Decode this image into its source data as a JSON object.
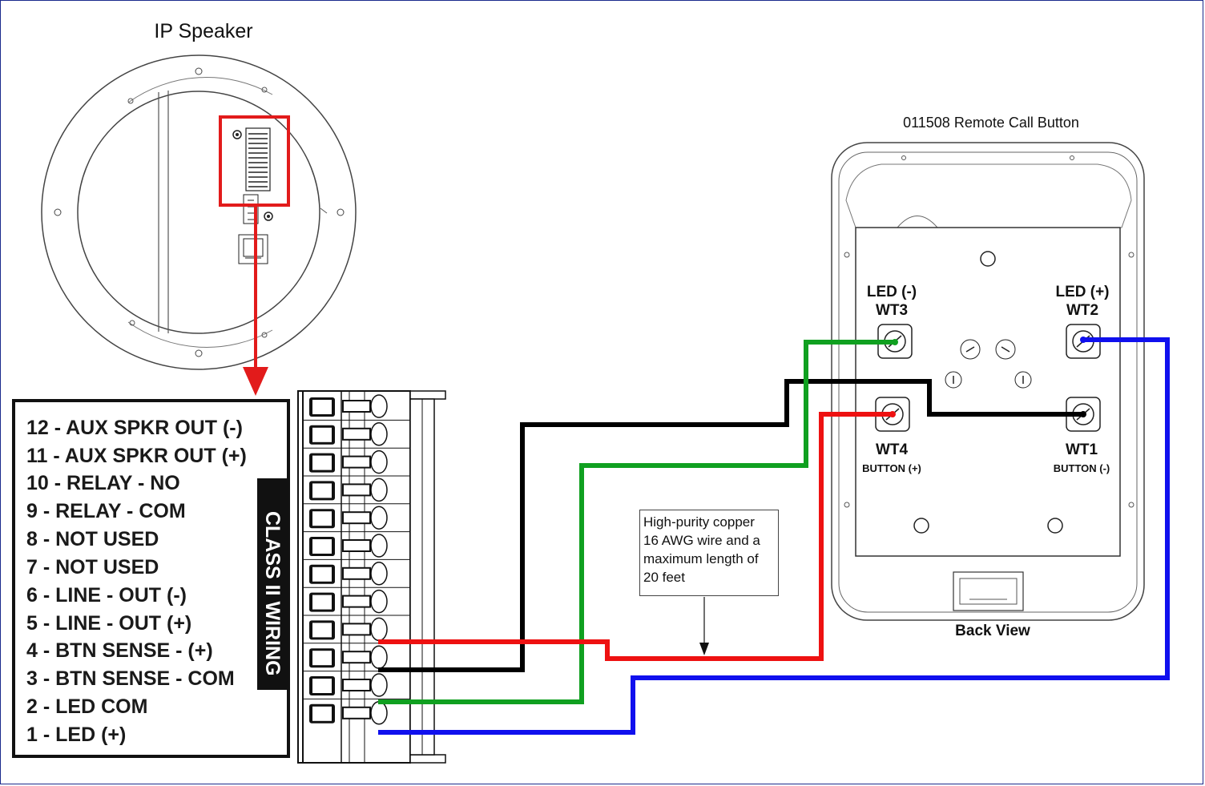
{
  "speaker": {
    "title": "IP Speaker"
  },
  "call_button": {
    "title": "011508 Remote Call Button",
    "view_label": "Back View",
    "terminals": {
      "wt3": {
        "top": "LED (-)",
        "name": "WT3"
      },
      "wt2": {
        "top": "LED (+)",
        "name": "WT2"
      },
      "wt4": {
        "name": "WT4",
        "bottom": "BUTTON (+)"
      },
      "wt1": {
        "name": "WT1",
        "bottom": "BUTTON (-)"
      }
    }
  },
  "pin_legend": {
    "side_label": "CLASS II WIRING",
    "pins": [
      "12 - AUX SPKR OUT (-)",
      "11 - AUX SPKR OUT (+)",
      "10 - RELAY -  NO",
      "9 - RELAY - COM",
      "8 - NOT USED",
      "7 - NOT USED",
      "6 - LINE - OUT (-)",
      "5 - LINE - OUT (+)",
      "4 - BTN SENSE - (+)",
      "3 - BTN SENSE - COM",
      "2 - LED COM",
      "1 - LED (+)"
    ]
  },
  "note": {
    "lines": [
      "High-purity copper",
      "16 AWG wire and a",
      "maximum length of",
      "20 feet"
    ]
  },
  "wires": {
    "pin4_to_wt4": "#ee1111",
    "pin3_to_wt1": "#000000",
    "pin2_to_wt3": "#10a020",
    "pin1_to_wt2": "#1010ee"
  },
  "highlight_color": "#e21b1b"
}
